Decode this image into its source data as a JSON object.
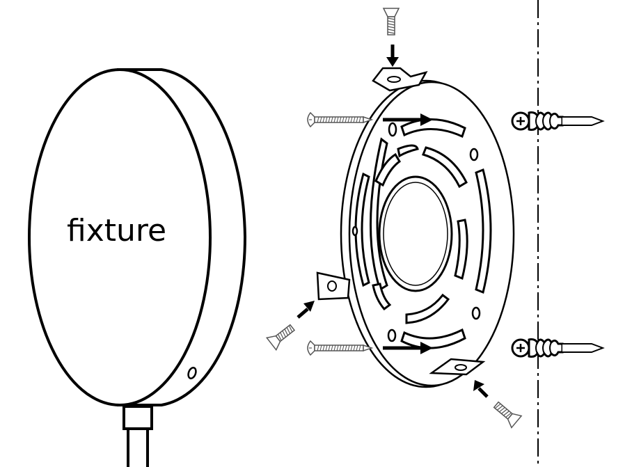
{
  "diagram": {
    "fixture_label": "fixture",
    "colors": {
      "line": "#000000",
      "screw_fill": "#ffffff",
      "screw_stroke": "#555555",
      "background": "#ffffff"
    },
    "parts": [
      {
        "name": "fixture-body"
      },
      {
        "name": "mounting-plate"
      },
      {
        "name": "wall-line"
      },
      {
        "name": "screws"
      },
      {
        "name": "wall-anchors"
      },
      {
        "name": "direction-arrows"
      }
    ]
  }
}
